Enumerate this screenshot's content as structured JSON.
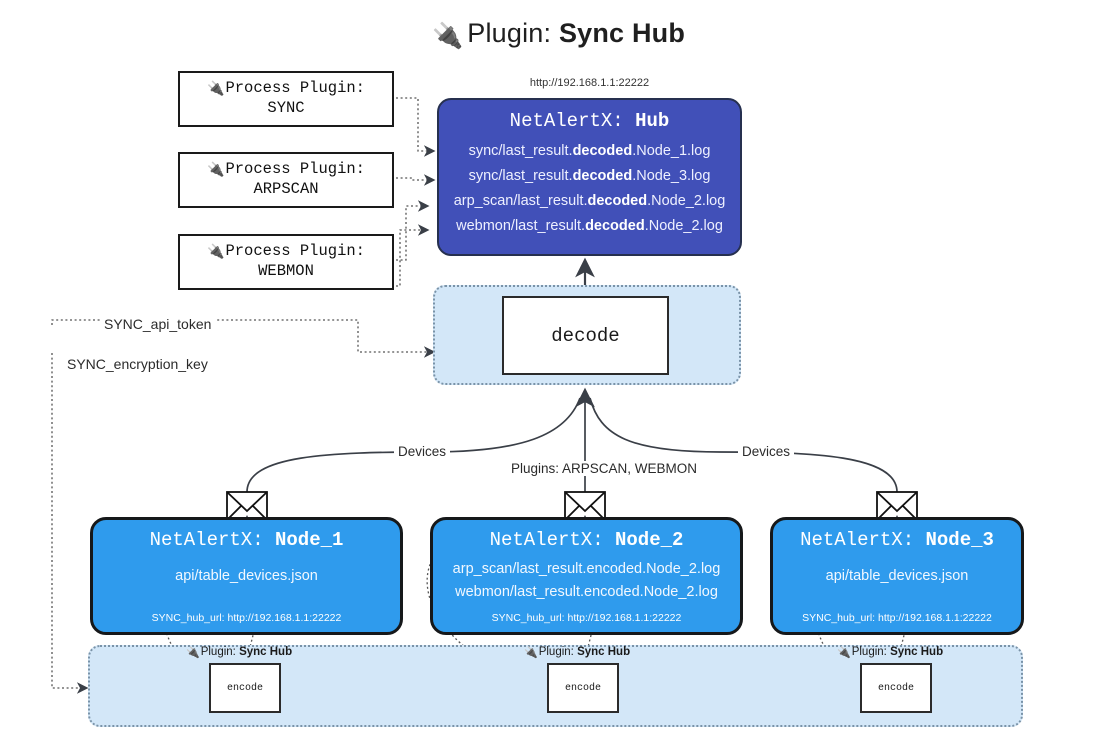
{
  "title": {
    "icon": "plug-icon",
    "icon_glyph": "🔌",
    "prefix": "Plugin: ",
    "name": "Sync Hub"
  },
  "colors": {
    "hub": "#4150b8",
    "node": "#2f9bed",
    "band": "#d3e7f8",
    "band_border": "#7a93a8",
    "box_border": "#1a1a1a"
  },
  "process_plugins": [
    {
      "icon": "plug-icon",
      "icon_glyph": "🔌",
      "line1": "Process Plugin:",
      "line2": "SYNC"
    },
    {
      "icon": "plug-icon",
      "icon_glyph": "🔌",
      "line1": "Process Plugin:",
      "line2": "ARPSCAN"
    },
    {
      "icon": "plug-icon",
      "icon_glyph": "🔌",
      "line1": "Process Plugin:",
      "line2": "WEBMON"
    }
  ],
  "hub": {
    "url": "http://192.168.1.1:22222",
    "title_prefix": "NetAlertX: ",
    "title_name": "Hub",
    "lines": [
      {
        "pre": "sync/last_result.",
        "em": "decoded",
        "post": ".Node_1.log"
      },
      {
        "pre": "sync/last_result.",
        "em": "decoded",
        "post": ".Node_3.log"
      },
      {
        "pre": "arp_scan/last_result.",
        "em": "decoded",
        "post": ".Node_2.log"
      },
      {
        "pre": "webmon/last_result.",
        "em": "decoded",
        "post": ".Node_2.log"
      }
    ]
  },
  "decode": {
    "label": "decode"
  },
  "keys": {
    "api_token": "SYNC_api_token",
    "encryption_key": "SYNC_encryption_key"
  },
  "edges": {
    "devices_left": "Devices",
    "devices_right": "Devices",
    "plugins_mid": "Plugins: ARPSCAN, WEBMON"
  },
  "nodes": [
    {
      "title_prefix": "NetAlertX: ",
      "title_name": "Node_1",
      "lines": [
        {
          "pre": "api/table_devices.json",
          "em": "",
          "post": ""
        }
      ],
      "url_label": "SYNC_hub_url: ",
      "url": "http://192.168.1.1:22222"
    },
    {
      "title_prefix": "NetAlertX: ",
      "title_name": "Node_2",
      "lines": [
        {
          "pre": "arp_scan/last_result.encoded.Node_2.log",
          "em": "",
          "post": ""
        },
        {
          "pre": "webmon/last_result.encoded.Node_2.log",
          "em": "",
          "post": ""
        }
      ],
      "url_label": "SYNC_hub_url: ",
      "url": "http://192.168.1.1:22222"
    },
    {
      "title_prefix": "NetAlertX: ",
      "title_name": "Node_3",
      "lines": [
        {
          "pre": "api/table_devices.json",
          "em": "",
          "post": ""
        }
      ],
      "url_label": "SYNC_hub_url: ",
      "url": "http://192.168.1.1:22222"
    }
  ],
  "encoders": [
    {
      "icon": "plug-icon",
      "icon_glyph": "🔌",
      "prefix": "Plugin: ",
      "name": "Sync Hub",
      "box": "encode"
    },
    {
      "icon": "plug-icon",
      "icon_glyph": "🔌",
      "prefix": "Plugin: ",
      "name": "Sync Hub",
      "box": "encode"
    },
    {
      "icon": "plug-icon",
      "icon_glyph": "🔌",
      "prefix": "Plugin: ",
      "name": "Sync Hub",
      "box": "encode"
    }
  ]
}
